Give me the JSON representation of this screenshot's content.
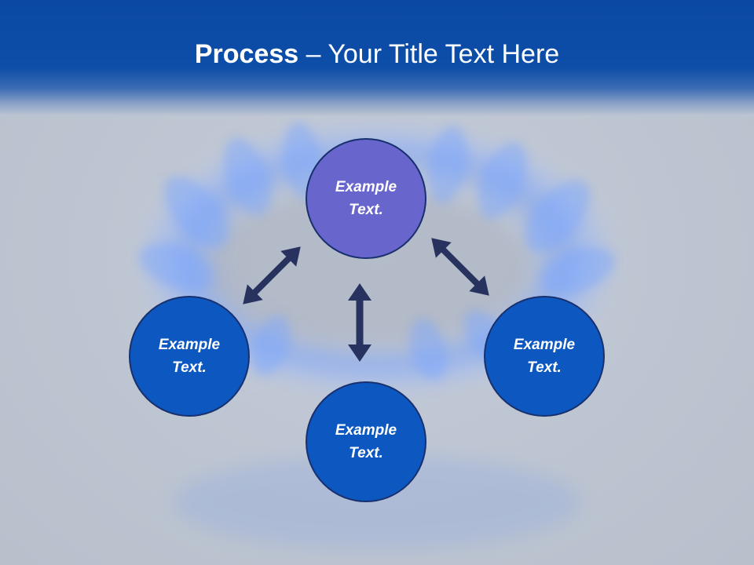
{
  "title": {
    "bold": "Process",
    "rest": " – Your Title Text Here"
  },
  "nodes": [
    {
      "line1": "Example",
      "line2": "Text."
    },
    {
      "line1": "Example",
      "line2": "Text."
    },
    {
      "line1": "Example",
      "line2": "Text."
    },
    {
      "line1": "Example",
      "line2": "Text."
    }
  ],
  "colors": {
    "header": "#0a48a4",
    "top_node": "#6866cc",
    "node": "#0c58c0",
    "arrow": "#27325f"
  }
}
